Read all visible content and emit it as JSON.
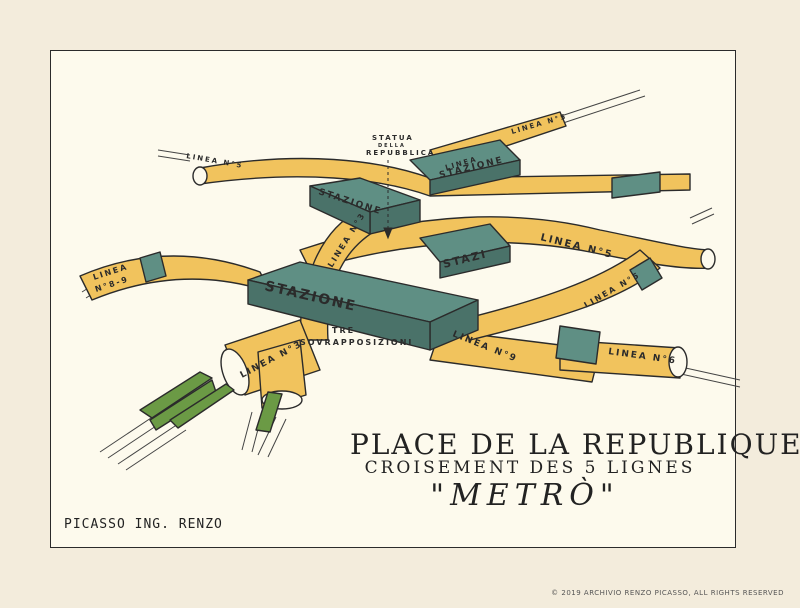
{
  "title": "PLACE DE LA REPUBLIQUE",
  "subtitle": "CROISEMENT DES 5 LIGNES",
  "subtitle2": "\"METRÒ\"",
  "author": "PICASSO ING. RENZO",
  "copyright": "© 2019 ARCHIVIO RENZO PICASSO, ALL RIGHTS RESERVED",
  "labels": {
    "statua": [
      "STATUA",
      "DELLA",
      "REPUBBLICA"
    ],
    "tre": [
      "TRE",
      "SOVRAPPOSIZIONI"
    ],
    "stazione": "STAZIONE",
    "stazione_short": "STAZI",
    "linea_5": "LINEA N°5",
    "linea_5_left": "LINEA N°5",
    "linea_5_top": "LINEA N°5",
    "linea_3": "LINEA N°3",
    "linea_3_upper": "LINEA N°3",
    "linea_8_9": [
      "LINEA",
      "N°8-9"
    ],
    "linea_9": "LINEA N°9",
    "linea_6": "LINEA N°6",
    "linea_short": "LINEA"
  },
  "colors": {
    "paper": "#f3ecdc",
    "sheet": "#fdfaed",
    "tube": "#f1c35d",
    "station": "#5f8f84",
    "train": "#6b9a45",
    "ink": "#2b2b2b"
  }
}
